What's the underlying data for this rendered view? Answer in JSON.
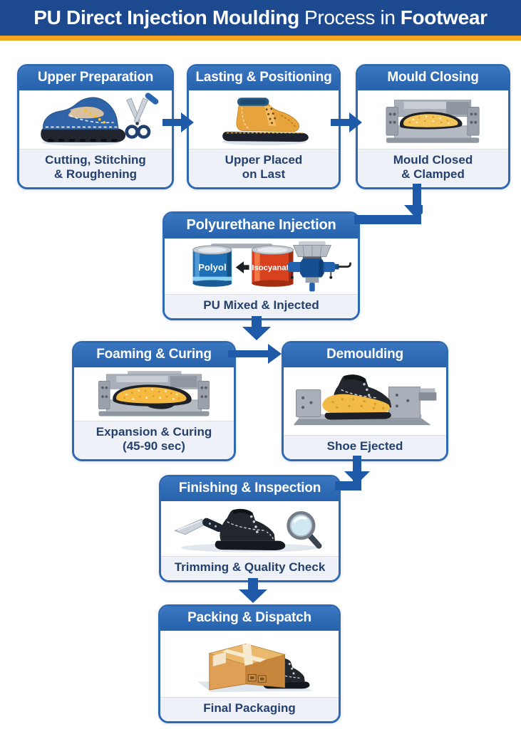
{
  "header": {
    "title_bold_1": "PU Direct Injection Moulding",
    "title_regular": "Process in",
    "title_bold_2": "Footwear"
  },
  "colors": {
    "banner_blue": "#1d4a8e",
    "accent_yellow": "#f0a51d",
    "step_header_blue": "#2d68b2",
    "box_border_blue": "#2e6ab4",
    "arrow_blue": "#1e5aa7",
    "caption_bg": "#eef1f7",
    "caption_text": "#24406f",
    "polyol_can": "#1e6fb5",
    "isocyanate_can": "#d8411f",
    "foam_yellow": "#f3c155"
  },
  "steps": [
    {
      "id": "upper-preparation",
      "title": "Upper Preparation",
      "caption": "Cutting, Stitching\n& Roughening",
      "icon": "shoe-and-scissors-illustration"
    },
    {
      "id": "lasting-positioning",
      "title": "Lasting & Positioning",
      "caption": "Upper Placed\non Last",
      "icon": "boot-on-last-illustration"
    },
    {
      "id": "mould-closing",
      "title": "Mould Closing",
      "caption": "Mould Closed\n& Clamped",
      "icon": "closed-mould-illustration"
    },
    {
      "id": "polyurethane-injection",
      "title": "Polyurethane Injection",
      "caption": "PU Mixed & Injected",
      "icon": "chemical-cans-and-injector-illustration",
      "labels": {
        "can_left": "Polyol",
        "can_right": "Isocyanate"
      }
    },
    {
      "id": "foaming-curing",
      "title": "Foaming & Curing",
      "caption": "Expansion & Curing\n(45-90 sec)",
      "icon": "foaming-mould-illustration"
    },
    {
      "id": "demoulding",
      "title": "Demoulding",
      "caption": "Shoe Ejected",
      "icon": "ejected-shoe-illustration"
    },
    {
      "id": "finishing-inspection",
      "title": "Finishing & Inspection",
      "caption": "Trimming & Quality Check",
      "icon": "knife-boot-magnifier-illustration"
    },
    {
      "id": "packing-dispatch",
      "title": "Packing & Dispatch",
      "caption": "Final Packaging",
      "icon": "carton-box-and-boot-illustration"
    }
  ]
}
